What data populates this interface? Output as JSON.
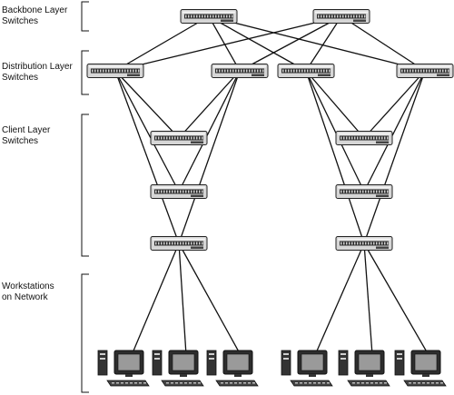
{
  "layers": [
    {
      "id": "backbone",
      "label": "Backbone Layer\nSwitches"
    },
    {
      "id": "distribution",
      "label": "Distribution Layer\nSwitches"
    },
    {
      "id": "client",
      "label": "Client Layer\nSwitches"
    },
    {
      "id": "workstations",
      "label": "Workstations\non Network"
    }
  ],
  "nodes": {
    "backbone": [
      "bb1",
      "bb2"
    ],
    "distribution": [
      "d1",
      "d2",
      "d3",
      "d4"
    ],
    "client": [
      "c1",
      "c2",
      "c3",
      "c4",
      "c5",
      "c6"
    ],
    "workstations": [
      "w1",
      "w2",
      "w3",
      "w4",
      "w5",
      "w6"
    ]
  },
  "links": [
    [
      "bb1",
      "d1"
    ],
    [
      "bb1",
      "d2"
    ],
    [
      "bb1",
      "d3"
    ],
    [
      "bb1",
      "d4"
    ],
    [
      "bb2",
      "d1"
    ],
    [
      "bb2",
      "d2"
    ],
    [
      "bb2",
      "d3"
    ],
    [
      "bb2",
      "d4"
    ],
    [
      "d1",
      "c1"
    ],
    [
      "d1",
      "c2"
    ],
    [
      "d1",
      "c3"
    ],
    [
      "d2",
      "c1"
    ],
    [
      "d2",
      "c2"
    ],
    [
      "d2",
      "c3"
    ],
    [
      "d3",
      "c4"
    ],
    [
      "d3",
      "c5"
    ],
    [
      "d3",
      "c6"
    ],
    [
      "d4",
      "c4"
    ],
    [
      "d4",
      "c5"
    ],
    [
      "d4",
      "c6"
    ],
    [
      "c3",
      "w1"
    ],
    [
      "c3",
      "w2"
    ],
    [
      "c3",
      "w3"
    ],
    [
      "c6",
      "w4"
    ],
    [
      "c6",
      "w5"
    ],
    [
      "c6",
      "w6"
    ]
  ],
  "icons": {
    "switch": "network-switch-icon",
    "workstation": "workstation-computer-icon"
  }
}
